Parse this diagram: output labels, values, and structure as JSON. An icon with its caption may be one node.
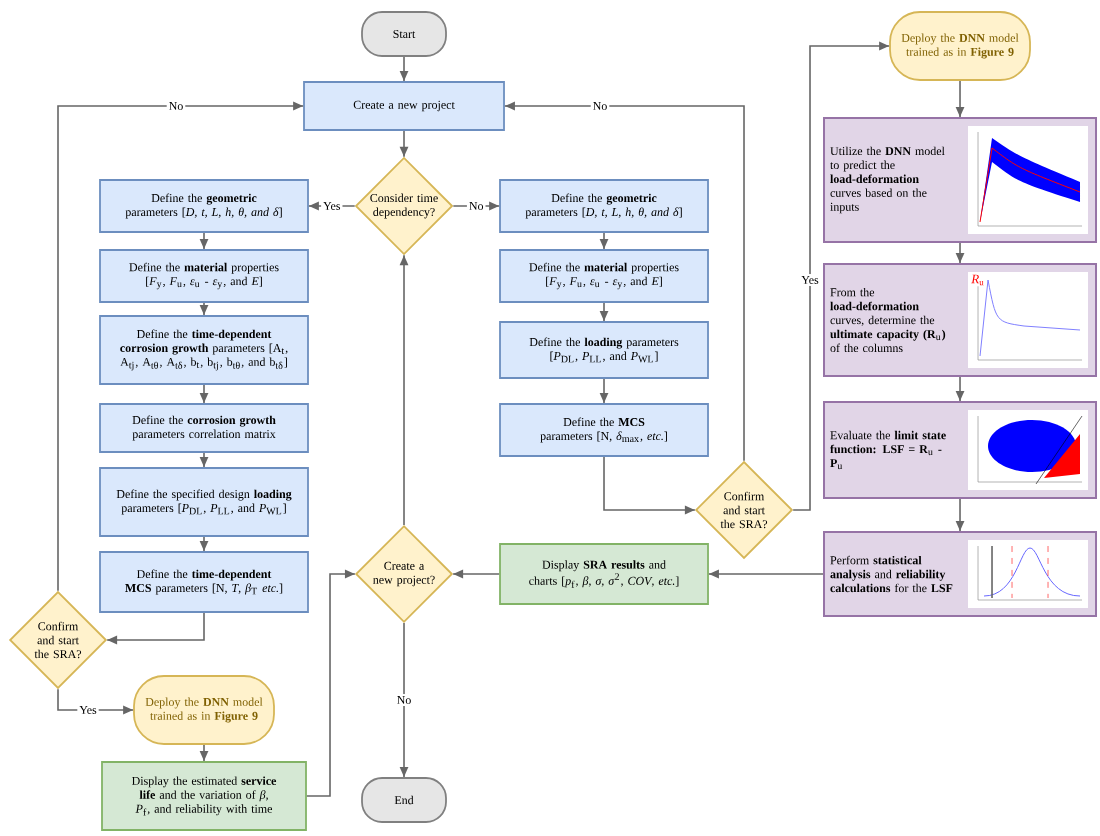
{
  "diagram": {
    "nodes": [
      {
        "text": [
          "Start"
        ]
      },
      {
        "text": [
          "Create a new project"
        ]
      },
      {
        "text": [
          "Consider time dependency?"
        ]
      },
      {
        "text": [
          "Define the **geometric** parameters [*D, t, L, h, θ, and δ*]"
        ]
      },
      {
        "text": [
          "Define the **material** properties [*F*$_{y}$, *F*$_{u}$, *ε*$_{u}$ - *ε*$_{y}$, and *E*]"
        ]
      },
      {
        "text": [
          "Define the **time-dependent corrosion growth** parameters [A$_{t}$, A$_{tj}$, A$_{tθ}$, A$_{tδ}$, b$_{t}$, b$_{tj}$, b$_{tθ}$, and b$_{tδ}$]"
        ]
      },
      {
        "text": [
          "Define the **corrosion growth** parameters correlation matrix"
        ]
      },
      {
        "text": [
          "Define the specified design **loading** parameters [*P*$_{DL}$, *P*$_{LL}$, and *P*$_{WL}$]"
        ]
      },
      {
        "text": [
          "Define the **time-dependent MCS** parameters [N, *T*, *β*$_{T}$ *etc.*]"
        ]
      },
      {
        "text": [
          "Confirm and start the SRA?"
        ]
      },
      {
        "text": [
          "Deploy the **DNN** model trained as in **Figure 9**"
        ]
      },
      {
        "text": [
          "Display the estimated **service life** and the variation of *β*, *P*$_{f}$, and reliability with time"
        ]
      },
      {
        "text": [
          "Create a new project?"
        ]
      },
      {
        "text": [
          "End"
        ]
      },
      {
        "text": [
          "Define the **geometric** parameters [*D, t, L, h, θ, and δ*]"
        ]
      },
      {
        "text": [
          "Define the **material** properties [*F*$_{y}$, *F*$_{u}$, *ε*$_{u}$ - *ε*$_{y}$, and *E*]"
        ]
      },
      {
        "text": [
          "Define the **loading** parameters [*P*$_{DL}$, *P*$_{LL}$, and *P*$_{WL}$]"
        ]
      },
      {
        "text": [
          "Define the **MCS** parameters [N, *δ*$_{max}$, *etc.*]"
        ]
      },
      {
        "text": [
          "Confirm and start the SRA?"
        ]
      },
      {
        "text": [
          "Display **SRA results** and charts [*p*$_{f}$, *β*, *σ*, *σ*$^{2}$, *COV*, *etc.*]"
        ]
      },
      {
        "text": [
          "Deploy the **DNN** model trained as in **Figure 9**"
        ]
      },
      {
        "text": [
          "Utilize the **DNN** model to predict the **load-deformation** curves based on the inputs"
        ]
      },
      {
        "text": [
          "From the **load-deformation** curves, determine the **ultimate capacity (R**$_{u}$**)** of the columns"
        ]
      },
      {
        "text": [
          "Evaluate the **limit state function: LSF = R**$_{u}$ **- P**$_{u}$"
        ]
      },
      {
        "text": [
          "Perform **statistical analysis** and **reliability calculations** for the **LSF**"
        ]
      }
    ],
    "edges": [
      {
        "from": 0,
        "to": 1,
        "arrow": "to"
      },
      {
        "from": 1,
        "to": 2,
        "arrow": "to"
      },
      {
        "from": 2,
        "to": 3,
        "arrow": "to",
        "label": "Yes"
      },
      {
        "from": 2,
        "to": 14,
        "arrow": "to",
        "label": "No"
      },
      {
        "from": 3,
        "to": 4,
        "arrow": "to"
      },
      {
        "from": 4,
        "to": 5,
        "arrow": "to"
      },
      {
        "from": 5,
        "to": 6,
        "arrow": "to"
      },
      {
        "from": 6,
        "to": 7,
        "arrow": "to"
      },
      {
        "from": 7,
        "to": 8,
        "arrow": "to"
      },
      {
        "from": 8,
        "to": 9,
        "arrow": "to"
      },
      {
        "from": 9,
        "to": 1,
        "arrow": "to",
        "label": "No"
      },
      {
        "from": 9,
        "to": 10,
        "arrow": "to",
        "label": "Yes"
      },
      {
        "from": 10,
        "to": 11,
        "arrow": "to"
      },
      {
        "from": 11,
        "to": 12,
        "arrow": "to"
      },
      {
        "from": 12,
        "to": 2,
        "arrow": "to"
      },
      {
        "from": 12,
        "to": 13,
        "arrow": "to",
        "label": "No"
      },
      {
        "from": 14,
        "to": 15,
        "arrow": "to"
      },
      {
        "from": 15,
        "to": 16,
        "arrow": "to"
      },
      {
        "from": 16,
        "to": 17,
        "arrow": "to"
      },
      {
        "from": 17,
        "to": 18,
        "arrow": "to"
      },
      {
        "from": 18,
        "to": 1,
        "arrow": "to",
        "label": "No"
      },
      {
        "from": 18,
        "to": 20,
        "arrow": "to",
        "label": "Yes"
      },
      {
        "from": 20,
        "to": 21,
        "arrow": "to"
      },
      {
        "from": 21,
        "to": 22,
        "arrow": "to"
      },
      {
        "from": 22,
        "to": 23,
        "arrow": "to"
      },
      {
        "from": 23,
        "to": 24,
        "arrow": "to"
      },
      {
        "from": 24,
        "to": 19,
        "arrow": "to"
      },
      {
        "from": 19,
        "to": 12,
        "arrow": "to"
      }
    ],
    "labels": [
      "*R*$_{u}$"
    ]
  }
}
